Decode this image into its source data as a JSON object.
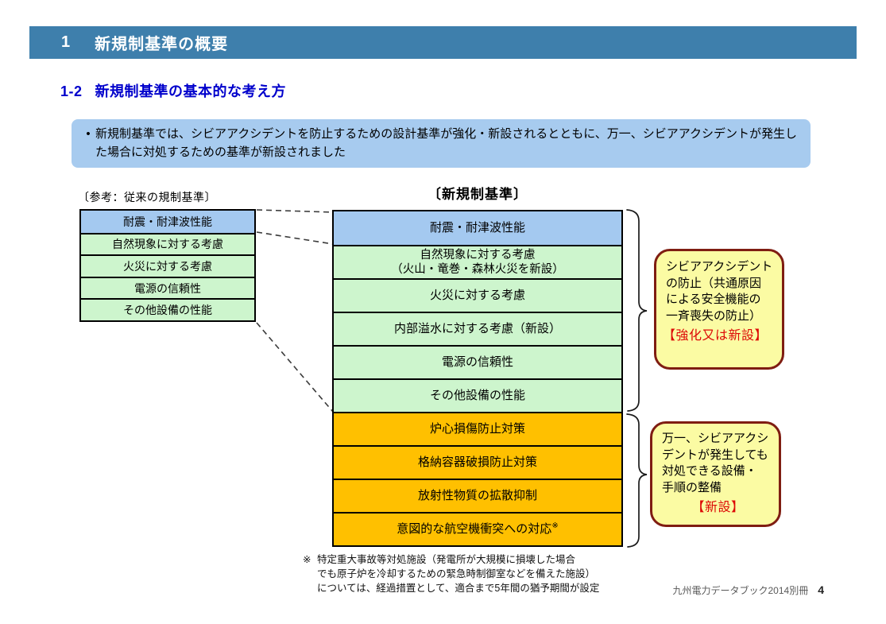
{
  "header": {
    "number": "1",
    "title": "新規制基準の概要"
  },
  "subtitle": {
    "number": "1-2",
    "title": "新規制基準の基本的な考え方"
  },
  "info_box": {
    "bullet": "•",
    "text": "新規制基準では、シビアアクシデントを防止するための設計基準が強化・新設されるとともに、万一、シビアアクシデントが発生した場合に対処するための基準が新設されました"
  },
  "old_table": {
    "label": "〔参考：従来の規制基準〕",
    "rows": [
      {
        "text": "耐震・耐津波性能",
        "type": "blue"
      },
      {
        "text": "自然現象に対する考慮",
        "type": "green"
      },
      {
        "text": "火災に対する考慮",
        "type": "green"
      },
      {
        "text": "電源の信頼性",
        "type": "green"
      },
      {
        "text": "その他設備の性能",
        "type": "green"
      }
    ]
  },
  "new_table": {
    "title": "〔新規制基準〕",
    "rows": [
      {
        "text": "耐震・耐津波性能",
        "type": "blue"
      },
      {
        "text": "自然現象に対する考慮",
        "text2": "（火山・竜巻・森林火災を新設）",
        "type": "green"
      },
      {
        "text": "火災に対する考慮",
        "type": "green"
      },
      {
        "text": "内部溢水に対する考慮（新設）",
        "type": "green"
      },
      {
        "text": "電源の信頼性",
        "type": "green"
      },
      {
        "text": "その他設備の性能",
        "type": "green"
      },
      {
        "text": "炉心損傷防止対策",
        "type": "orange"
      },
      {
        "text": "格納容器破損防止対策",
        "type": "orange"
      },
      {
        "text": "放射性物質の拡散抑制",
        "type": "orange"
      },
      {
        "text": "意図的な航空機衝突への対応",
        "sup": "※",
        "type": "orange"
      }
    ]
  },
  "callouts": [
    {
      "lines": [
        "シビアアクシデント",
        "の防止（共通原因",
        "による安全機能の",
        "一斉喪失の防止）"
      ],
      "tag": "【強化又は新設】"
    },
    {
      "lines": [
        "万一、シビアアクシ",
        "デントが発生しても",
        "対処できる設備・",
        "手順の整備"
      ],
      "tag": "【新設】"
    }
  ],
  "footnote": {
    "marker": "※",
    "lines": [
      "特定重大事故等対処施設（発電所が大規模に損壊した場合",
      "でも原子炉を冷却するための緊急時制御室などを備えた施設）",
      "については、経過措置として、適合まで5年間の猶予期間が設定"
    ]
  },
  "footer": {
    "source": "九州電力データブック2014別冊",
    "page": "4"
  },
  "colors": {
    "header_bar": "#3E7FAC",
    "subtitle_text": "#0000CC",
    "info_box_bg": "#A7CBEF",
    "row_blue": "#A4C9F0",
    "row_green": "#CDF5CD",
    "row_orange": "#FFC000",
    "callout_bg": "#FBFBA3",
    "callout_border": "#7F1D12",
    "accent_red": "#DD0806",
    "table_border": "#000000"
  }
}
